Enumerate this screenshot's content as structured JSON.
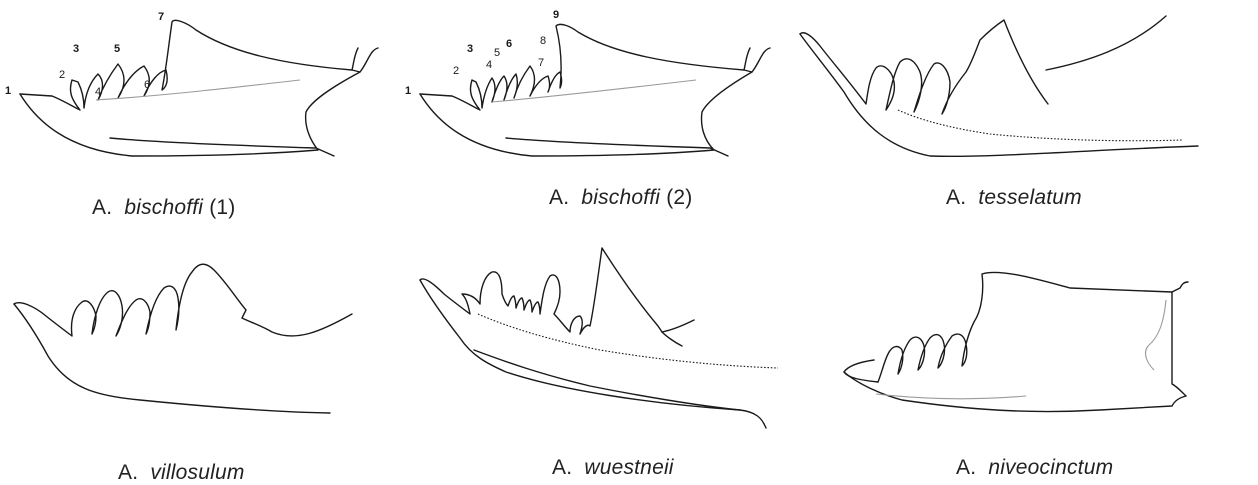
{
  "figure": {
    "panels": [
      {
        "id": "p1",
        "genus": "A.",
        "species": "bischoffi",
        "suffix": "(1)",
        "tooth_labels": [
          "1",
          "2",
          "3",
          "4",
          "5",
          "6",
          "7"
        ]
      },
      {
        "id": "p2",
        "genus": "A.",
        "species": "bischoffi",
        "suffix": "(2)",
        "tooth_labels": [
          "1",
          "2",
          "3",
          "4",
          "5",
          "6",
          "7",
          "8",
          "9"
        ]
      },
      {
        "id": "p3",
        "genus": "A.",
        "species": "tesselatum",
        "suffix": "",
        "tooth_labels": []
      },
      {
        "id": "p4",
        "genus": "A.",
        "species": "villosulum",
        "suffix": "",
        "tooth_labels": []
      },
      {
        "id": "p5",
        "genus": "A.",
        "species": "wuestneii",
        "suffix": "",
        "tooth_labels": []
      },
      {
        "id": "p6",
        "genus": "A.",
        "species": "niveocinctum",
        "suffix": "",
        "tooth_labels": []
      }
    ]
  },
  "colors": {
    "outline": "#1a1a1a",
    "carina": "#9a9a9a",
    "caption_text": "#222222"
  }
}
